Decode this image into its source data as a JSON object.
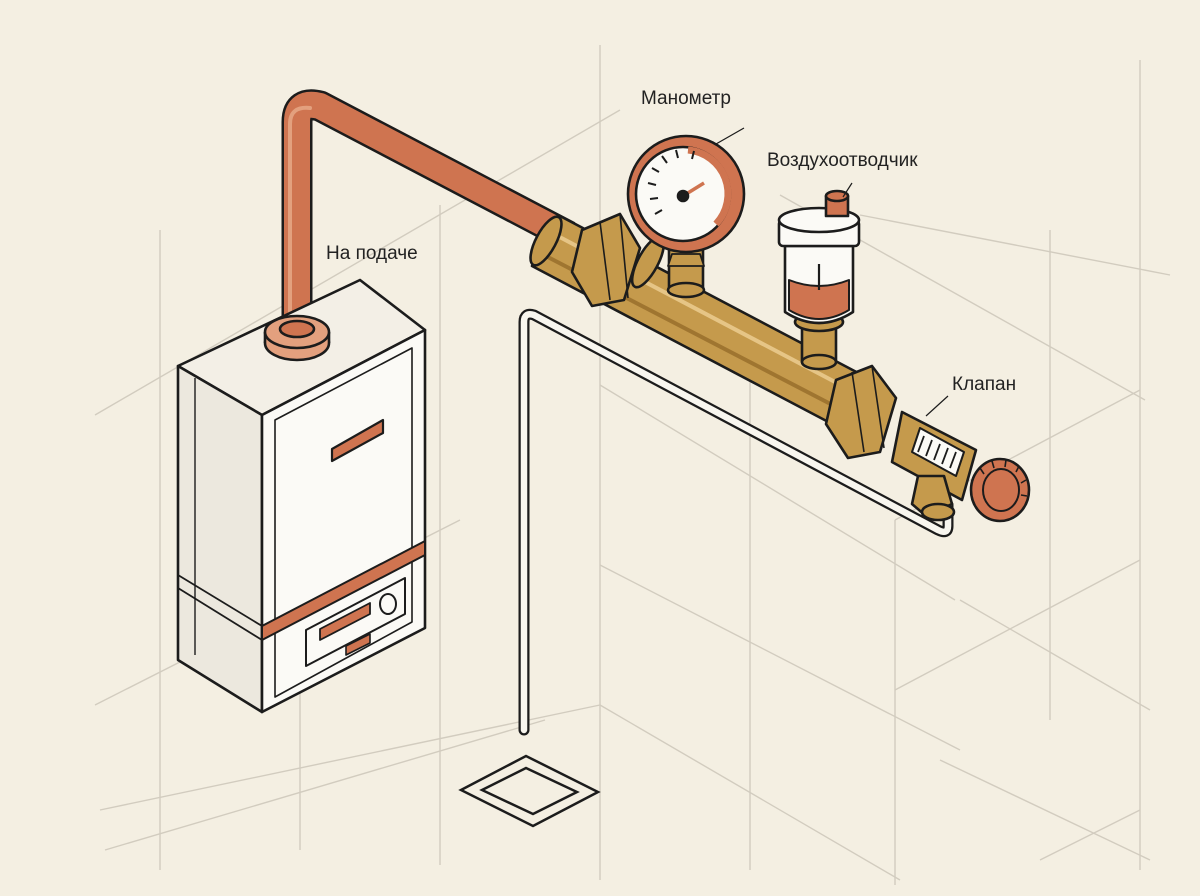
{
  "labels": {
    "supply": "На подаче",
    "manometer": "Манометр",
    "air_vent": "Воздухоотводчик",
    "valve": "Клапан"
  },
  "colors": {
    "background": "#f4efe2",
    "grid_line": "#d2ccbf",
    "outline": "#1c1c1c",
    "copper": "#cf7450",
    "copper_light": "#e3a07e",
    "brass": "#c59a4c",
    "brass_dark": "#9f7530",
    "boiler_body": "#fbfaf6",
    "boiler_shade": "#ece8de",
    "drain_pipe": "#f8f6ef"
  },
  "icons": {
    "boiler": "wall-mounted-boiler-icon",
    "gauge": "pressure-gauge-icon",
    "air_vent": "automatic-air-vent-icon",
    "valve": "safety-valve-icon",
    "drain": "floor-drain-icon"
  }
}
